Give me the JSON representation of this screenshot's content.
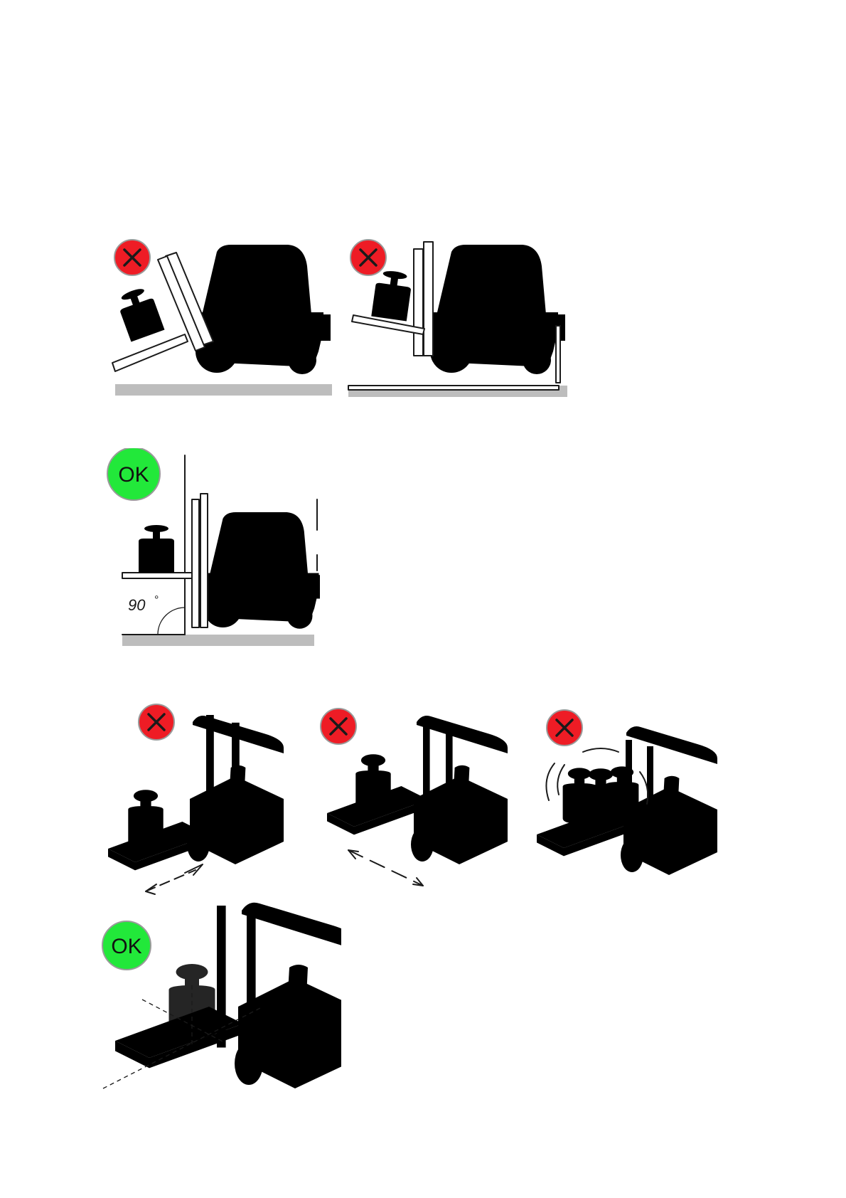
{
  "figures": [
    {
      "badge": "x",
      "view": "side"
    },
    {
      "badge": "x",
      "view": "side"
    },
    {
      "badge": "ok",
      "badge_text": "OK",
      "view": "side",
      "angle_label": "90",
      "angle_unit": "°"
    },
    {
      "badge": "x",
      "view": "iso"
    },
    {
      "badge": "x",
      "view": "iso"
    },
    {
      "badge": "x",
      "view": "iso"
    },
    {
      "badge": "ok",
      "badge_text": "OK",
      "view": "iso"
    }
  ],
  "colors": {
    "not_allowed_badge": "#ee1c25",
    "allowed_badge": "#22e83a",
    "ground": "#bdbdbd",
    "line": "#1a1a1a"
  },
  "icons": [
    "cross-icon",
    "ok-badge",
    "forklift-illustration",
    "test-weight-illustration",
    "pallet-illustration",
    "motion-arrow-icon"
  ]
}
